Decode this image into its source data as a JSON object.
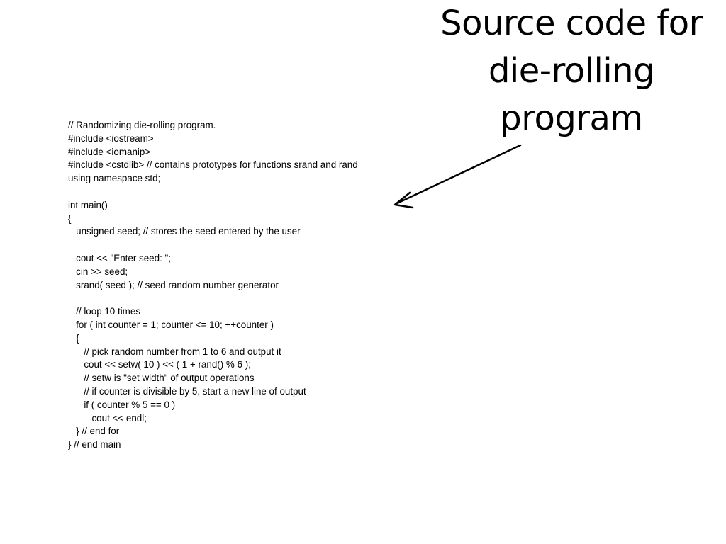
{
  "slide": {
    "title_lines": [
      "Source code for",
      "die-rolling",
      "program"
    ],
    "code_lines": [
      "// Randomizing die-rolling program.",
      "#include <iostream>",
      "#include <iomanip>",
      "#include <cstdlib> // contains prototypes for functions srand and rand",
      "using namespace std;",
      "",
      "int main()",
      "{",
      "   unsigned seed; // stores the seed entered by the user",
      "",
      "   cout << \"Enter seed: \";",
      "   cin >> seed;",
      "   srand( seed ); // seed random number generator",
      "",
      "   // loop 10 times",
      "   for ( int counter = 1; counter <= 10; ++counter )",
      "   {",
      "      // pick random number from 1 to 6 and output it",
      "      cout << setw( 10 ) << ( 1 + rand() % 6 );",
      "      // setw is \"set width\" of output operations",
      "      // if counter is divisible by 5, start a new line of output",
      "      if ( counter % 5 == 0 )",
      "         cout << endl;",
      "   } // end for",
      "} // end main"
    ],
    "arrow_icon": "arrow-icon"
  }
}
